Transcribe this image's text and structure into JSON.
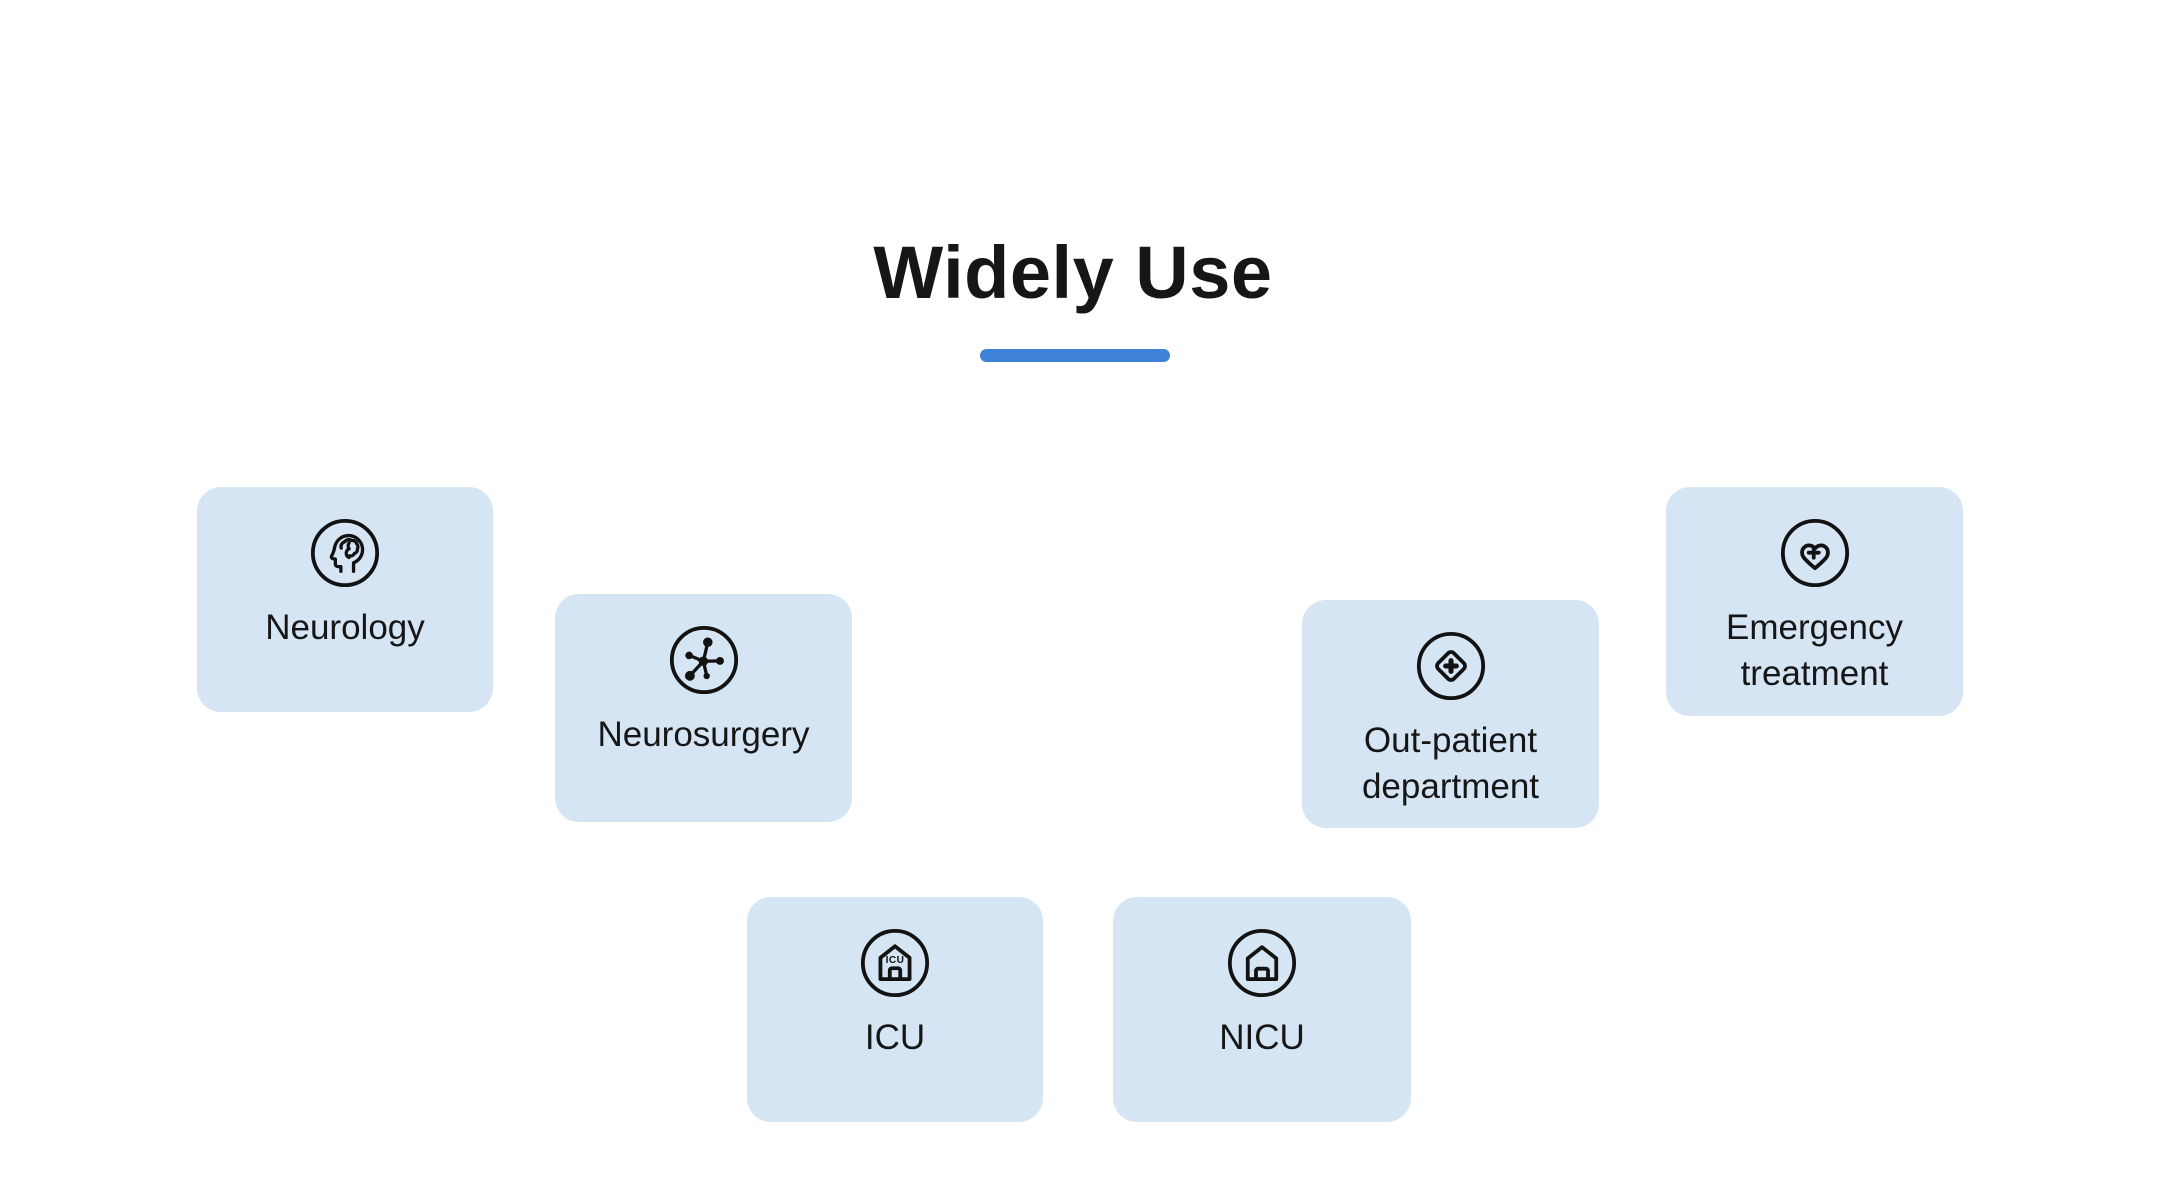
{
  "page": {
    "title": "Widely Use"
  },
  "theme": {
    "page_background": "#ffffff",
    "accent_color": "#3e82d7",
    "card_background": "#d6e5f4",
    "text_color": "#161616",
    "icon_color": "#121212"
  },
  "cards": [
    {
      "label": "Neurology",
      "icon": "brain-head-icon"
    },
    {
      "label": "Neurosurgery",
      "icon": "neuron-icon"
    },
    {
      "label": "ICU",
      "icon": "icu-building-icon"
    },
    {
      "label": "NICU",
      "icon": "house-icon"
    },
    {
      "label": "Out-patient department",
      "icon": "diamond-cross-icon"
    },
    {
      "label": "Emergency treatment",
      "icon": "heart-cross-icon"
    }
  ],
  "icon_text": {
    "icu_building": "ICU"
  }
}
